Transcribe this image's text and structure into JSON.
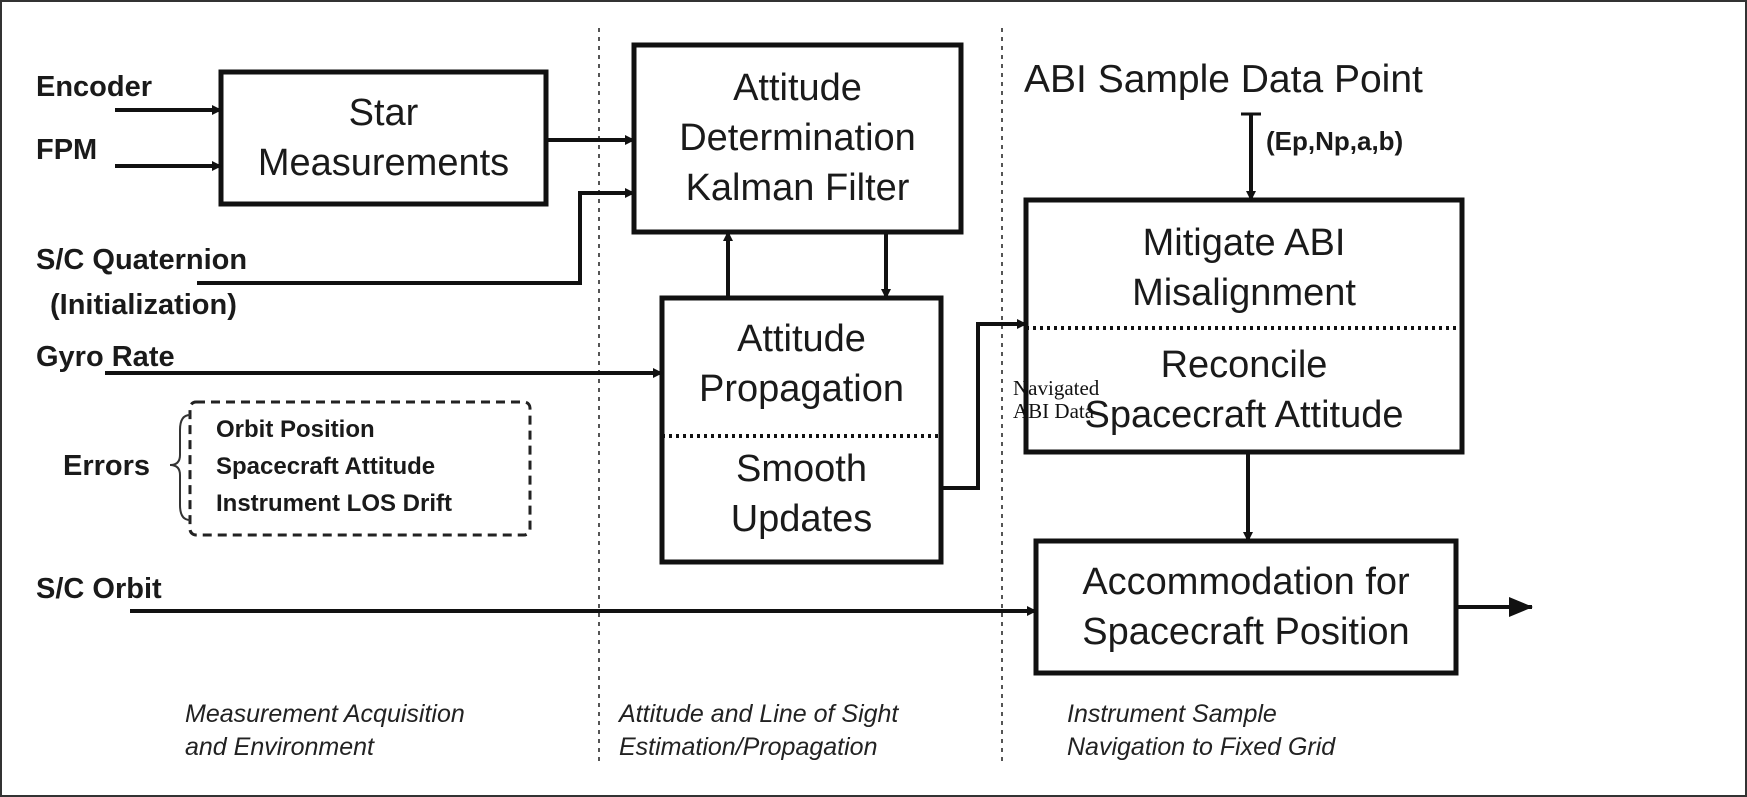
{
  "inputs": {
    "encoder": "Encoder",
    "fpm": "FPM",
    "sc_quaternion_line1": "S/C Quaternion",
    "sc_quaternion_line2": "(Initialization)",
    "gyro_rate": "Gyro Rate",
    "errors": "Errors",
    "sc_orbit": "S/C Orbit"
  },
  "errors_list": [
    "Orbit Position",
    "Spacecraft Attitude",
    "Instrument LOS Drift"
  ],
  "boxes": {
    "star_measurements": [
      "Star",
      "Measurements"
    ],
    "kalman_filter": [
      "Attitude",
      "Determination",
      "Kalman Filter"
    ],
    "attitude_propagation": [
      "Attitude",
      "Propagation"
    ],
    "smooth_updates": [
      "Smooth",
      "Updates"
    ],
    "mitigate_abi": [
      "Mitigate ABI",
      "Misalignment"
    ],
    "reconcile_attitude": [
      "Reconcile",
      "Spacecraft Attitude"
    ],
    "accommodation": [
      "Accommodation for",
      "Spacecraft Position"
    ]
  },
  "abi_sample_title": "ABI Sample Data Point",
  "sample_params": "(Ep,Np,a,b)",
  "navigated_abi_data": [
    "Navigated",
    "ABI Data"
  ],
  "footers": {
    "col1": [
      "Measurement Acquisition",
      "and Environment"
    ],
    "col2": [
      "Attitude and Line of Sight",
      "Estimation/Propagation"
    ],
    "col3": [
      "Instrument Sample",
      "Navigation to Fixed Grid"
    ]
  }
}
